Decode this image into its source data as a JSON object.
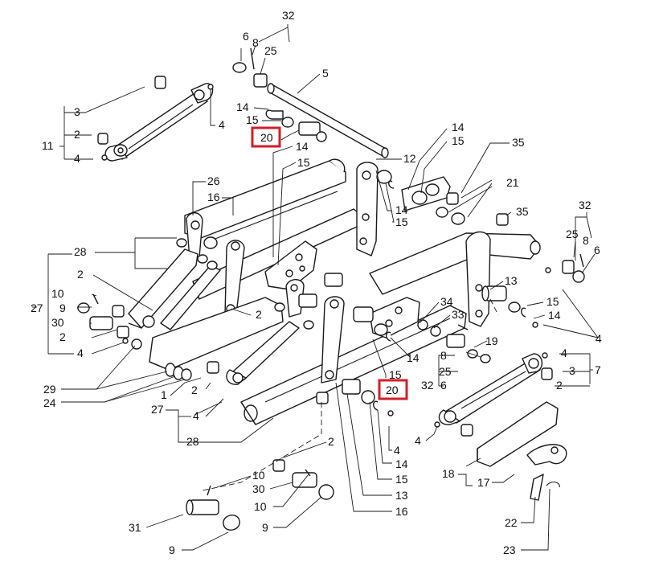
{
  "colors": {
    "line": "#1a1a1a",
    "highlight": "#d0202a",
    "background": "#ffffff"
  },
  "callouts": {
    "c32_top": "32",
    "c6_top": "6",
    "c8_top": "8",
    "c25_top": "25",
    "c5": "5",
    "c3_left": "3",
    "c2_left": "2",
    "c11": "11",
    "c4_left_a": "4",
    "c4_left_b": "4",
    "c14_a": "14",
    "c15_a": "15",
    "c20_top": "20",
    "c14_b": "14",
    "c15_b": "15",
    "c12": "12",
    "c14_c": "14",
    "c15_c": "15",
    "c35_a": "35",
    "c14_d": "14",
    "c15_d": "15",
    "c21": "21",
    "c35_b": "35",
    "c26": "26",
    "c16_a": "16",
    "c32_right": "32",
    "c25_right": "25",
    "c8_right": "8",
    "c6_right": "6",
    "c28_a": "28",
    "c2_b": "2",
    "c10_a": "10",
    "c9_a": "9",
    "c30_a": "30",
    "c2_c": "2",
    "c27_left": "27",
    "c4_c": "4",
    "c2_d": "2",
    "c13_a": "13",
    "c15_e": "15",
    "c14_e": "14",
    "c34": "34",
    "c33": "33",
    "c19": "19",
    "c8_b": "8",
    "c25_b": "25",
    "c32_b": "32",
    "c6_b": "6",
    "c4_right": "4",
    "c14_f": "14",
    "c15_f": "15",
    "c20_bottom": "20",
    "c4_d": "4",
    "c3_right": "3",
    "c7": "7",
    "c2_right": "2",
    "c29": "29",
    "c24": "24",
    "c1": "1",
    "c2_e": "2",
    "c27_b": "27",
    "c4_e": "4",
    "c28_b": "28",
    "c2_f": "2",
    "c4_f": "4",
    "c14_g": "14",
    "c15_g": "15",
    "c13_b": "13",
    "c16_b": "16",
    "c4_g": "4",
    "c10_b": "10",
    "c30_b": "30",
    "c10_c": "10",
    "c18": "18",
    "c17": "17",
    "c31": "31",
    "c9_b": "9",
    "c9_c": "9",
    "c22": "22",
    "c23": "23"
  }
}
